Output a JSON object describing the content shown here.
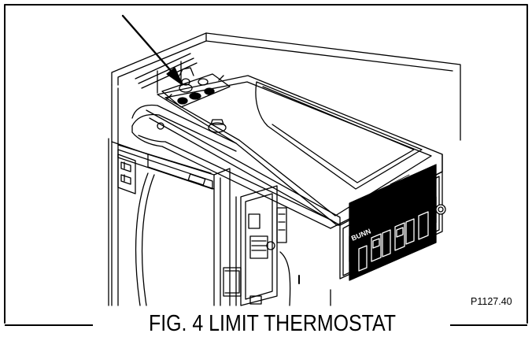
{
  "figure": {
    "caption": "FIG. 4 LIMIT THERMOSTAT",
    "part_number": "P1127.40",
    "brand_label": "BUNN"
  },
  "colors": {
    "line": "#000000",
    "background": "#ffffff"
  }
}
